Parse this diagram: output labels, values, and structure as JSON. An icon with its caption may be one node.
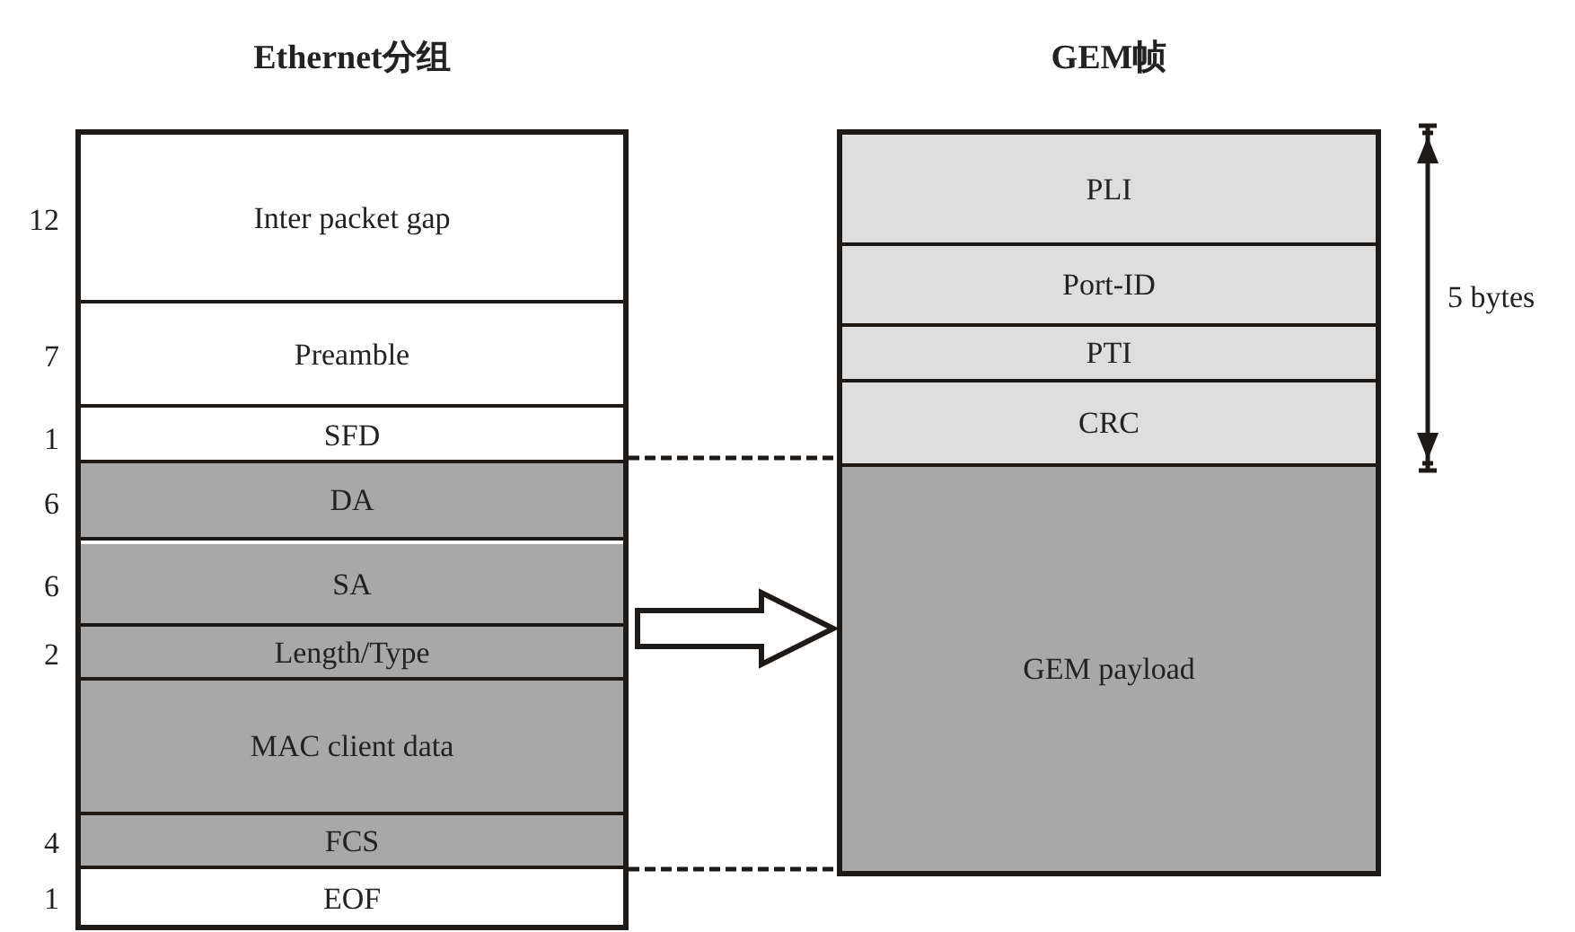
{
  "diagram": {
    "nodes": [
      {
        "text": [
          "Ethernet分组"
        ]
      },
      {
        "text": [
          "Inter packet gap"
        ],
        "in": 0,
        "beside": [
          "12"
        ]
      },
      {
        "text": [
          "Preamble"
        ],
        "in": 0,
        "beside": [
          "7"
        ]
      },
      {
        "text": [
          "SFD"
        ],
        "in": 0,
        "beside": [
          "1"
        ]
      },
      {
        "text": [
          "DA"
        ],
        "in": 0,
        "beside": [
          "6"
        ]
      },
      {
        "text": [
          "SA"
        ],
        "in": 0,
        "beside": [
          "6"
        ]
      },
      {
        "text": [
          "Length/Type"
        ],
        "in": 0,
        "beside": [
          "2"
        ]
      },
      {
        "text": [
          "MAC client data"
        ],
        "in": 0
      },
      {
        "text": [
          "FCS"
        ],
        "in": 0,
        "beside": [
          "4"
        ]
      },
      {
        "text": [
          "EOF"
        ],
        "in": 0,
        "beside": [
          "1"
        ]
      },
      {
        "text": [
          "GEM帧"
        ]
      },
      {
        "text": [
          "PLI"
        ],
        "in": 10
      },
      {
        "text": [
          "Port-ID"
        ],
        "in": 10
      },
      {
        "text": [
          "PTI"
        ],
        "in": 10
      },
      {
        "text": [
          "CRC"
        ],
        "in": 10
      },
      {
        "text": [
          "GEM payload"
        ],
        "in": 10
      }
    ],
    "edges": [
      {
        "from": 0,
        "to": 10,
        "arrow": "to",
        "style": "thick"
      },
      {
        "from": 4,
        "to": 15,
        "arrow": "none",
        "style": "dashed"
      },
      {
        "from": 8,
        "to": 15,
        "arrow": "none",
        "style": "dashed"
      }
    ],
    "labels": [
      "5 bytes"
    ]
  }
}
